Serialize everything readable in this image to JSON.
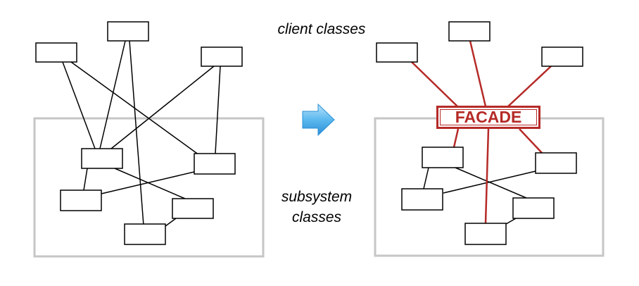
{
  "labels": {
    "client": "client classes",
    "subsystem_line1": "subsystem",
    "subsystem_line2": "classes"
  },
  "facade": {
    "label": "FACADE"
  },
  "colors": {
    "facade_red": "#b52a27",
    "arrow_blue_light": "#8fd0f5",
    "arrow_blue_dark": "#2a8fd6",
    "container_gray": "#c6c6c6",
    "line_black": "#000000"
  },
  "icons": {
    "transition_arrow": "right-arrow-icon"
  }
}
